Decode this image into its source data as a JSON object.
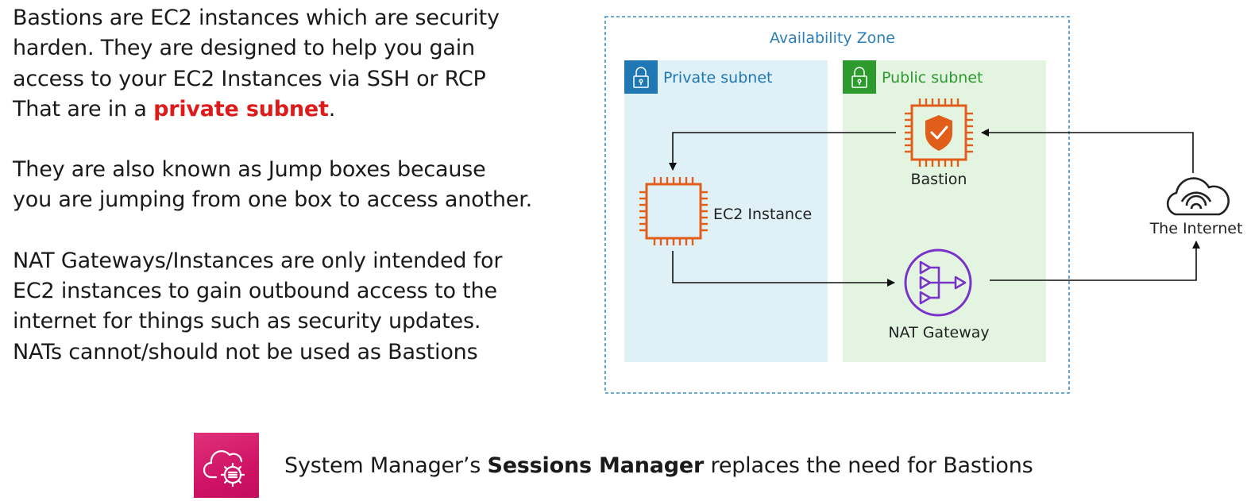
{
  "text": {
    "para1": {
      "line1": "Bastions are EC2 instances which are security",
      "line2": "harden. They are designed to help you gain",
      "line3": "access to your EC2 Instances via SSH or RCP",
      "line4_prefix": "That are in a ",
      "line4_highlight": "private subnet",
      "line4_suffix": "."
    },
    "para2": {
      "line1": "They are also known as Jump boxes because",
      "line2": "you are jumping from one box to access another."
    },
    "para3": {
      "line1": "NAT Gateways/Instances are only intended for",
      "line2": "EC2 instances to gain outbound access to the",
      "line3": "internet for things such as security updates.",
      "line4": "NATs cannot/should not be used as Bastions"
    }
  },
  "diagram": {
    "availability_zone_label": "Availability Zone",
    "private_subnet_label": "Private subnet",
    "public_subnet_label": "Public subnet",
    "bastion_label": "Bastion",
    "ec2_label": "EC2 Instance",
    "nat_label": "NAT Gateway",
    "internet_label": "The Internet",
    "icons": [
      "lock-icon",
      "shield-chip-icon",
      "chip-icon",
      "nat-gateway-icon",
      "internet-cloud-icon"
    ]
  },
  "footer": {
    "prefix": "System Manager’s ",
    "bold": "Sessions Manager",
    "suffix": " replaces the need for Bastions",
    "icon": "systems-manager-icon"
  },
  "colors": {
    "highlight": "#dd1b1b",
    "az_border": "#3a8fc4",
    "az_label": "#2b7fb8",
    "private_fill": "#dff0f7",
    "private_badge": "#1f78b4",
    "public_fill": "#e3f5e1",
    "public_badge": "#2c9a2c",
    "public_label": "#2c9a2c",
    "ec2_orange": "#e05e1a",
    "nat_purple": "#7a33c8",
    "ssm_pink": "#d01366"
  }
}
